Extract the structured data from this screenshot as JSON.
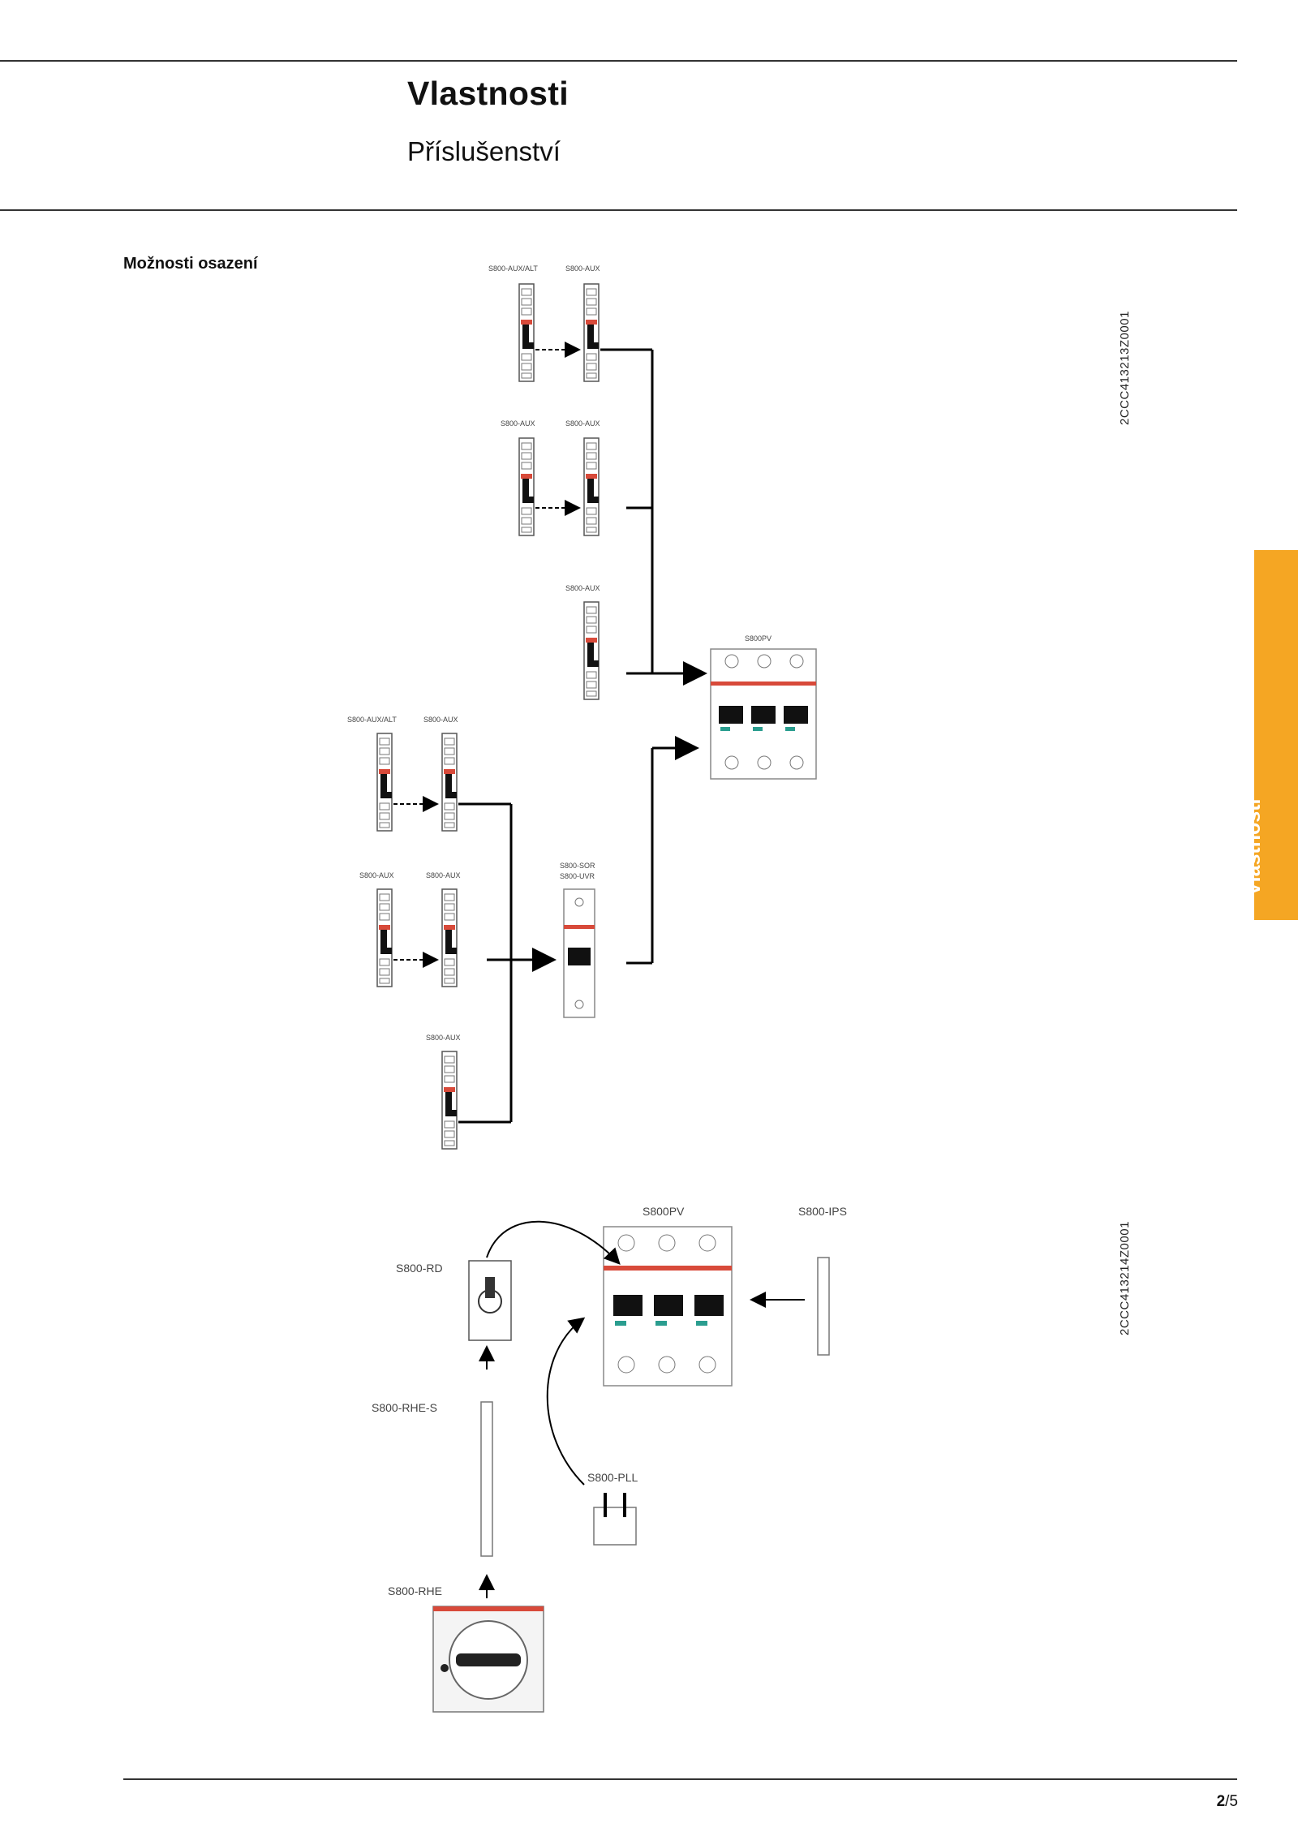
{
  "header": {
    "title": "Vlastnosti",
    "subtitle": "Příslušenství"
  },
  "section": {
    "label": "Možnosti osazení"
  },
  "side_tab": {
    "label": "Vlastnosti",
    "color": "#f5a623"
  },
  "figure1": {
    "code": "2CCC413213Z0001",
    "labels": {
      "top_pair_left": "S800-AUX/ALT",
      "top_pair_right": "S800-AUX",
      "mid_pair_left": "S800-AUX",
      "mid_pair_right": "S800-AUX",
      "single_top": "S800-AUX",
      "breaker": "S800PV",
      "lower_pair_left": "S800-AUX/ALT",
      "lower_pair_right": "S800-AUX",
      "lower_mid_left": "S800-AUX",
      "lower_mid_right": "S800-AUX",
      "lower_single": "S800-AUX",
      "shunt_line1": "S800-SOR",
      "shunt_line2": "S800-UVR"
    }
  },
  "figure2": {
    "code": "2CCC413214Z0001",
    "labels": {
      "breaker": "S800PV",
      "ips": "S800-IPS",
      "rd": "S800-RD",
      "rhe_s": "S800-RHE-S",
      "pll": "S800-PLL",
      "rhe": "S800-RHE"
    }
  },
  "footer": {
    "page_current": "2",
    "page_total": "/5"
  }
}
